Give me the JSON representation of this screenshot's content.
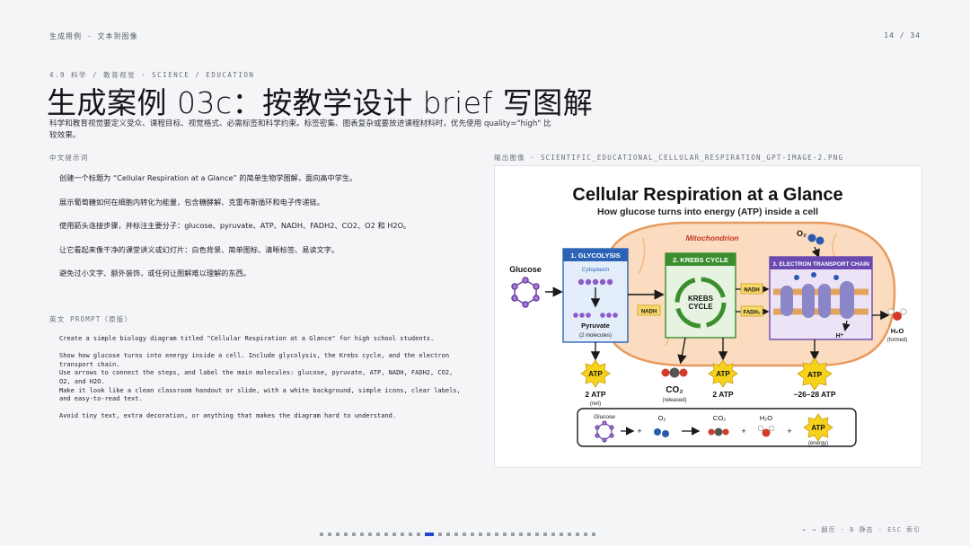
{
  "header": {
    "breadcrumb": "生成用例 · 文本到图像",
    "page_counter": "14 / 34"
  },
  "slide": {
    "kicker": "4.9 科学 / 教育视觉 · SCIENCE / EDUCATION",
    "title": "生成案例 03c：按教学设计 brief 写图解",
    "description": "科学和教育视觉要定义受众、课程目标、视觉格式、必需标签和科学约束。标签密集、图表复杂或要放进课程材料时，优先使用 quality=\"high\" 比较效果。"
  },
  "cn_prompt": {
    "label": "中文提示词",
    "lines": [
      "创建一个标题为 “Cellular Respiration at a Glance” 的简单生物学图解，面向高中学生。",
      "展示葡萄糖如何在细胞内转化为能量，包含糖酵解、克雷布斯循环和电子传递链。",
      "使用箭头连接步骤，并标注主要分子：glucose、pyruvate、ATP、NADH、FADH2、CO2、O2 和 H2O。",
      "让它看起来像干净的课堂讲义或幻灯片：白色背景、简单图标、清晰标签、易读文字。",
      "避免过小文字、额外装饰，或任何让图解难以理解的东西。"
    ]
  },
  "en_prompt": {
    "label": "英文 PROMPT（原版）",
    "text": "Create a simple biology diagram titled \"Cellular Respiration at a Glance\" for high school students.\n\nShow how glucose turns into energy inside a cell. Include glycolysis, the Krebs cycle, and the electron\ntransport chain.\nUse arrows to connect the steps, and label the main molecules: glucose, pyruvate, ATP, NADH, FADH2, CO2,\nO2, and H2O.\nMake it look like a clean classroom handout or slide, with a white background, simple icons, clear labels,\nand easy-to-read text.\n\nAvoid tiny text, extra decoration, or anything that makes the diagram hard to understand."
  },
  "output": {
    "label": "输出图像 · SCIENTIFIC_EDUCATIONAL_CELLULAR_RESPIRATION_GPT-IMAGE-2.PNG"
  },
  "diagram": {
    "title": "Cellular Respiration at a Glance",
    "subtitle": "How glucose turns into energy (ATP) inside a cell",
    "mitochondrion": "Mitochondrion",
    "o2": "O₂",
    "glucose": "Glucose",
    "glycolysis_title": "1. GLYCOLYSIS",
    "cytoplasm": "Cytoplasm",
    "pyruvate": "Pyruvate",
    "pyruvate_note": "(2 molecules)",
    "nadh": "NADH",
    "krebs_title": "2. KREBS CYCLE",
    "krebs_center_1": "KREBS",
    "krebs_center_2": "CYCLE",
    "fadh2": "FADH₂",
    "etc_title": "3. ELECTRON TRANSPORT CHAIN",
    "h_plus": "H⁺",
    "h2o": "H₂O",
    "h2o_note": "(formed)",
    "atp": "ATP",
    "atp_1": "2 ATP",
    "atp_1_note": "(net)",
    "co2": "CO₂",
    "co2_note": "(released)",
    "atp_2": "2 ATP",
    "atp_3": "~26–28 ATP",
    "summary_glucose": "Glucose",
    "summary_o2": "O₂",
    "summary_co2": "CO₂",
    "summary_h2o": "H₂O",
    "summary_atp": "ATP",
    "summary_energy": "(energy)",
    "plus": "+",
    "colors": {
      "glycolysis": "#2d63b5",
      "krebs": "#3b8e2e",
      "etc": "#6a49b0",
      "mito_fill": "#fbdcc0",
      "mito_stroke": "#e89a5f",
      "atp_fill": "#f6d31a"
    }
  },
  "footer": {
    "nav_hint": "← → 翻页 · B 静态 · ESC 索引",
    "total_pages": 34,
    "current_page": 14
  }
}
